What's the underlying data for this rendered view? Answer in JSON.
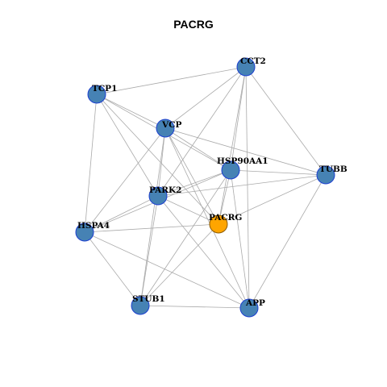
{
  "title": "PACRG",
  "colors": {
    "node_default": "#4682B4",
    "node_highlight": "#FFA500",
    "node_border": "#1C3FD0",
    "edge": "#AAAAAA"
  },
  "network": {
    "nodes": [
      {
        "id": "CCT2",
        "label": "CCT2",
        "highlight": false
      },
      {
        "id": "TCP1",
        "label": "TCP1",
        "highlight": false
      },
      {
        "id": "VCP",
        "label": "VCP",
        "highlight": false
      },
      {
        "id": "HSP90AA1",
        "label": "HSP90AA1",
        "highlight": false
      },
      {
        "id": "TUBB",
        "label": "TUBB",
        "highlight": false
      },
      {
        "id": "PARK2",
        "label": "PARK2",
        "highlight": false
      },
      {
        "id": "PACRG",
        "label": "PACRG",
        "highlight": true
      },
      {
        "id": "HSPA4",
        "label": "HSPA4",
        "highlight": false
      },
      {
        "id": "STUB1",
        "label": "STUB1",
        "highlight": false
      },
      {
        "id": "APP",
        "label": "APP",
        "highlight": false
      }
    ],
    "edges": [
      [
        "TCP1",
        "CCT2"
      ],
      [
        "TCP1",
        "VCP"
      ],
      [
        "TCP1",
        "HSP90AA1"
      ],
      [
        "TCP1",
        "PARK2"
      ],
      [
        "TCP1",
        "HSPA4"
      ],
      [
        "TCP1",
        "PACRG"
      ],
      [
        "CCT2",
        "VCP"
      ],
      [
        "CCT2",
        "HSP90AA1"
      ],
      [
        "CCT2",
        "PARK2"
      ],
      [
        "CCT2",
        "TUBB"
      ],
      [
        "CCT2",
        "PACRG"
      ],
      [
        "CCT2",
        "APP"
      ],
      [
        "VCP",
        "HSP90AA1"
      ],
      [
        "VCP",
        "TUBB"
      ],
      [
        "VCP",
        "PARK2"
      ],
      [
        "VCP",
        "HSPA4"
      ],
      [
        "VCP",
        "STUB1"
      ],
      [
        "VCP",
        "PACRG"
      ],
      [
        "VCP",
        "APP"
      ],
      [
        "HSP90AA1",
        "TUBB"
      ],
      [
        "HSP90AA1",
        "PARK2"
      ],
      [
        "HSP90AA1",
        "HSPA4"
      ],
      [
        "HSP90AA1",
        "STUB1"
      ],
      [
        "HSP90AA1",
        "PACRG"
      ],
      [
        "HSP90AA1",
        "APP"
      ],
      [
        "TUBB",
        "PARK2"
      ],
      [
        "TUBB",
        "PACRG"
      ],
      [
        "TUBB",
        "APP"
      ],
      [
        "PARK2",
        "HSPA4"
      ],
      [
        "PARK2",
        "STUB1"
      ],
      [
        "PARK2",
        "PACRG"
      ],
      [
        "PARK2",
        "APP"
      ],
      [
        "PACRG",
        "HSPA4"
      ],
      [
        "PACRG",
        "STUB1"
      ],
      [
        "HSPA4",
        "STUB1"
      ],
      [
        "HSPA4",
        "APP"
      ],
      [
        "STUB1",
        "APP"
      ]
    ]
  }
}
